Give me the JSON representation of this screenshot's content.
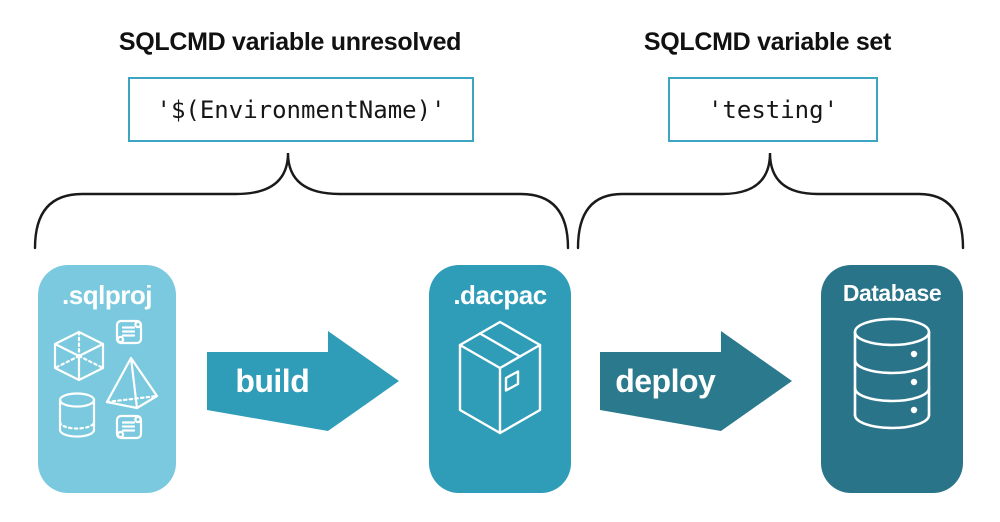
{
  "diagram": {
    "left_annotation": {
      "title": "SQLCMD variable unresolved",
      "code": "'$(EnvironmentName)'"
    },
    "right_annotation": {
      "title": "SQLCMD variable set",
      "code": "'testing'"
    },
    "pipeline": {
      "source": {
        "label": ".sqlproj",
        "icon": "sql-project-objects-icon"
      },
      "build": {
        "label": "build"
      },
      "artifact": {
        "label": ".dacpac",
        "icon": "package-box-icon"
      },
      "deploy": {
        "label": "deploy"
      },
      "target": {
        "label": "Database",
        "icon": "database-cylinder-icon"
      }
    },
    "colors": {
      "sqlproj_bg": "#7AC9DE",
      "dacpac_bg": "#2F9CB8",
      "build_arrow": "#2F9CB8",
      "deploy_arrow": "#2B798D",
      "database_bg": "#2A7489",
      "code_box_border": "#3DA5C2",
      "text": "#111111",
      "label_text": "#FFFFFF",
      "brace": "#1A1A1A"
    }
  }
}
